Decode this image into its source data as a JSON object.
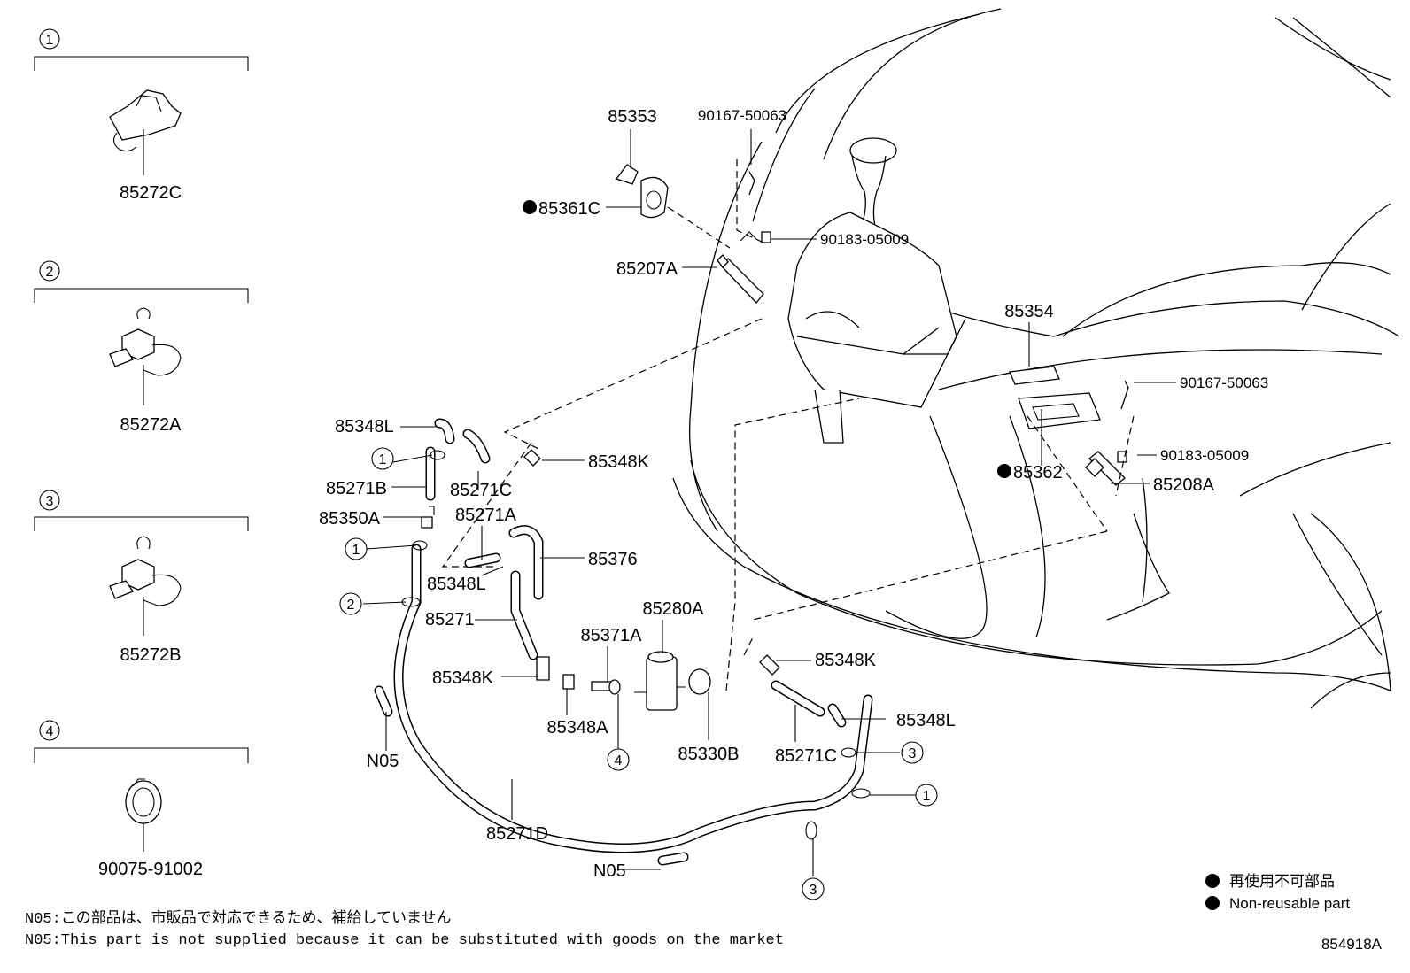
{
  "legend_circles": {
    "c1": "1",
    "c2": "2",
    "c3": "3",
    "c4": "4"
  },
  "clip_parts": {
    "p1": "85272C",
    "p2": "85272A",
    "p3": "85272B",
    "p4": "90075-91002"
  },
  "labels": {
    "l85353": "85353",
    "l90167a": "90167-50063",
    "l85361c": "85361C",
    "l90183a": "90183-05009",
    "l85207a": "85207A",
    "l85354": "85354",
    "l90167b": "90167-50063",
    "l90183b": "90183-05009",
    "l85362": "85362",
    "l85208a": "85208A",
    "l85348l_a": "85348L",
    "l85348k_a": "85348K",
    "l85271b": "85271B",
    "l85271c_a": "85271C",
    "l85350a": "85350A",
    "l85271a": "85271A",
    "l85376": "85376",
    "l85348l_b": "85348L",
    "l85271": "85271",
    "l85280a": "85280A",
    "l85371a": "85371A",
    "l85348k_b": "85348K",
    "l85348a": "85348A",
    "l85330b": "85330B",
    "l85348k_c": "85348K",
    "l85348l_c": "85348L",
    "l85271c_b": "85271C",
    "l85271d": "85271D",
    "ln05_a": "N05",
    "ln05_b": "N05"
  },
  "legend": {
    "jp": "再使用不可部品",
    "en": "Non-reusable part"
  },
  "notes": {
    "jp": "N05:この部品は、市販品で対応できるため、補給していません",
    "en": "N05:This part is not supplied because it can be substituted with goods on the market"
  },
  "diagram_id": "854918A"
}
